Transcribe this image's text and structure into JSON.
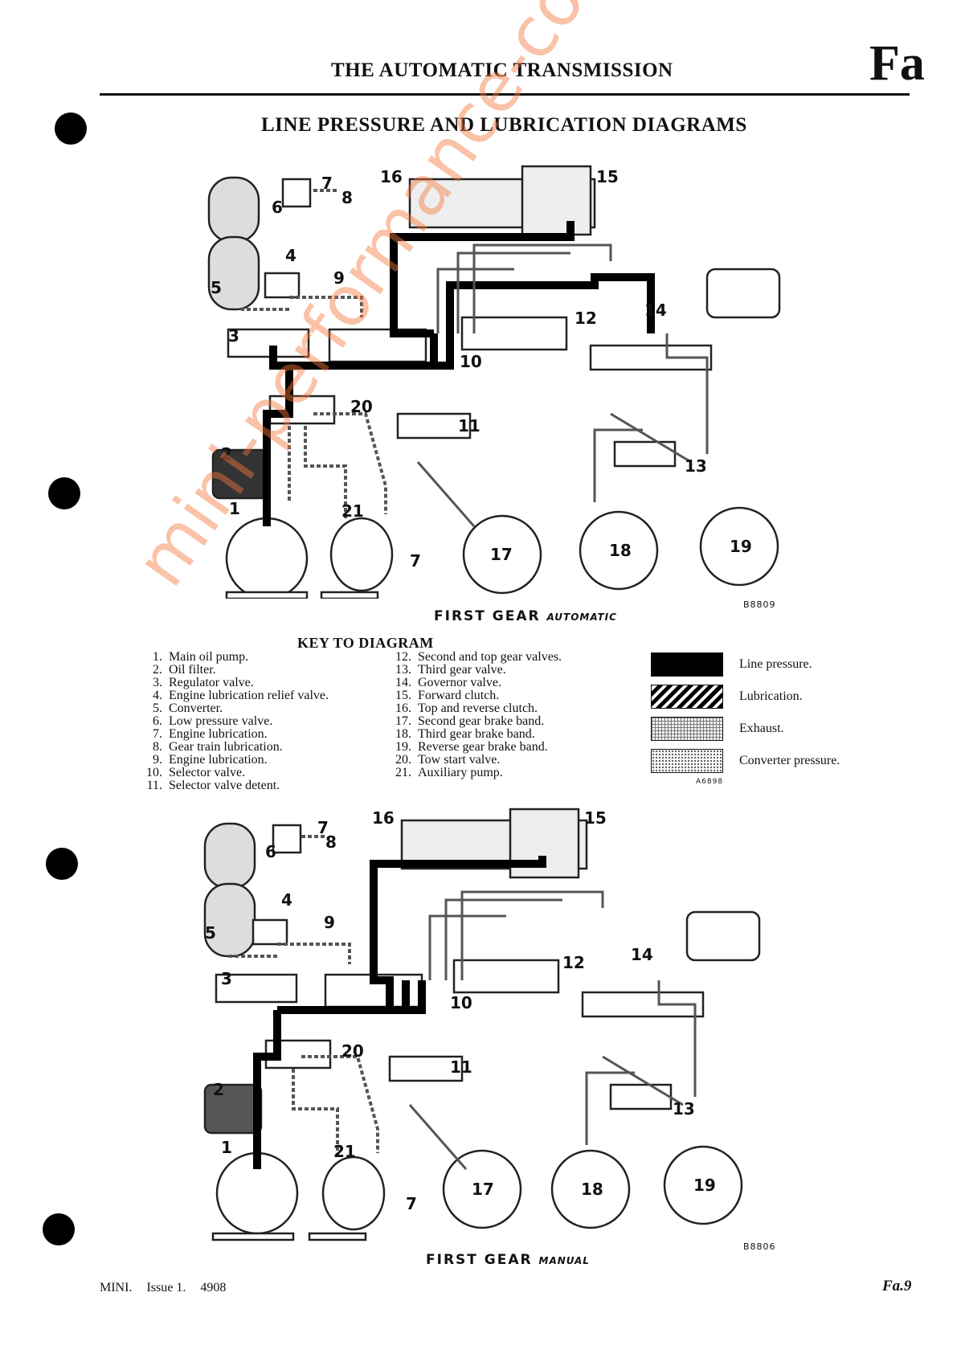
{
  "header": {
    "title": "THE AUTOMATIC TRANSMISSION",
    "section_code": "Fa"
  },
  "page_title": "LINE PRESSURE AND LUBRICATION DIAGRAMS",
  "diagrams": [
    {
      "caption_main": "FIRST GEAR",
      "caption_mode": "AUTOMATIC",
      "ref": "B8809",
      "labels": [
        "1",
        "2",
        "3",
        "4",
        "5",
        "6",
        "7",
        "8",
        "9",
        "10",
        "11",
        "12",
        "13",
        "14",
        "15",
        "16",
        "17",
        "18",
        "19",
        "20",
        "21",
        "7"
      ]
    },
    {
      "caption_main": "FIRST GEAR",
      "caption_mode": "MANUAL",
      "ref": "B8806",
      "labels": [
        "1",
        "2",
        "3",
        "4",
        "5",
        "6",
        "7",
        "8",
        "9",
        "10",
        "11",
        "12",
        "13",
        "14",
        "15",
        "16",
        "17",
        "18",
        "19",
        "20",
        "21",
        "7"
      ]
    }
  ],
  "key": {
    "title": "KEY TO DIAGRAM",
    "items": [
      {
        "num": "1.",
        "text": "Main oil pump."
      },
      {
        "num": "2.",
        "text": "Oil filter."
      },
      {
        "num": "3.",
        "text": "Regulator valve."
      },
      {
        "num": "4.",
        "text": "Engine lubrication relief valve."
      },
      {
        "num": "5.",
        "text": "Converter."
      },
      {
        "num": "6.",
        "text": "Low pressure valve."
      },
      {
        "num": "7.",
        "text": "Engine lubrication."
      },
      {
        "num": "8.",
        "text": "Gear train lubrication."
      },
      {
        "num": "9.",
        "text": "Engine lubrication."
      },
      {
        "num": "10.",
        "text": "Selector valve."
      },
      {
        "num": "11.",
        "text": "Selector valve detent."
      },
      {
        "num": "12.",
        "text": "Second and top gear valves."
      },
      {
        "num": "13.",
        "text": "Third gear valve."
      },
      {
        "num": "14.",
        "text": "Governor valve."
      },
      {
        "num": "15.",
        "text": "Forward clutch."
      },
      {
        "num": "16.",
        "text": "Top and reverse clutch."
      },
      {
        "num": "17.",
        "text": "Second gear brake band."
      },
      {
        "num": "18.",
        "text": "Third gear brake band."
      },
      {
        "num": "19.",
        "text": "Reverse gear brake band."
      },
      {
        "num": "20.",
        "text": "Tow start valve."
      },
      {
        "num": "21.",
        "text": "Auxiliary pump."
      }
    ],
    "legend": [
      {
        "label": "Line pressure.",
        "pattern": "solid-black"
      },
      {
        "label": "Lubrication.",
        "pattern": "diagonal-hatch"
      },
      {
        "label": "Exhaust.",
        "pattern": "fine-grid"
      },
      {
        "label": "Converter pressure.",
        "pattern": "stipple"
      }
    ],
    "ref": "A6898"
  },
  "watermark": "mini-performance-conversions.co.uk",
  "footer": {
    "model": "MINI.",
    "issue": "Issue 1.",
    "code": "4908",
    "page": "Fa.9"
  }
}
